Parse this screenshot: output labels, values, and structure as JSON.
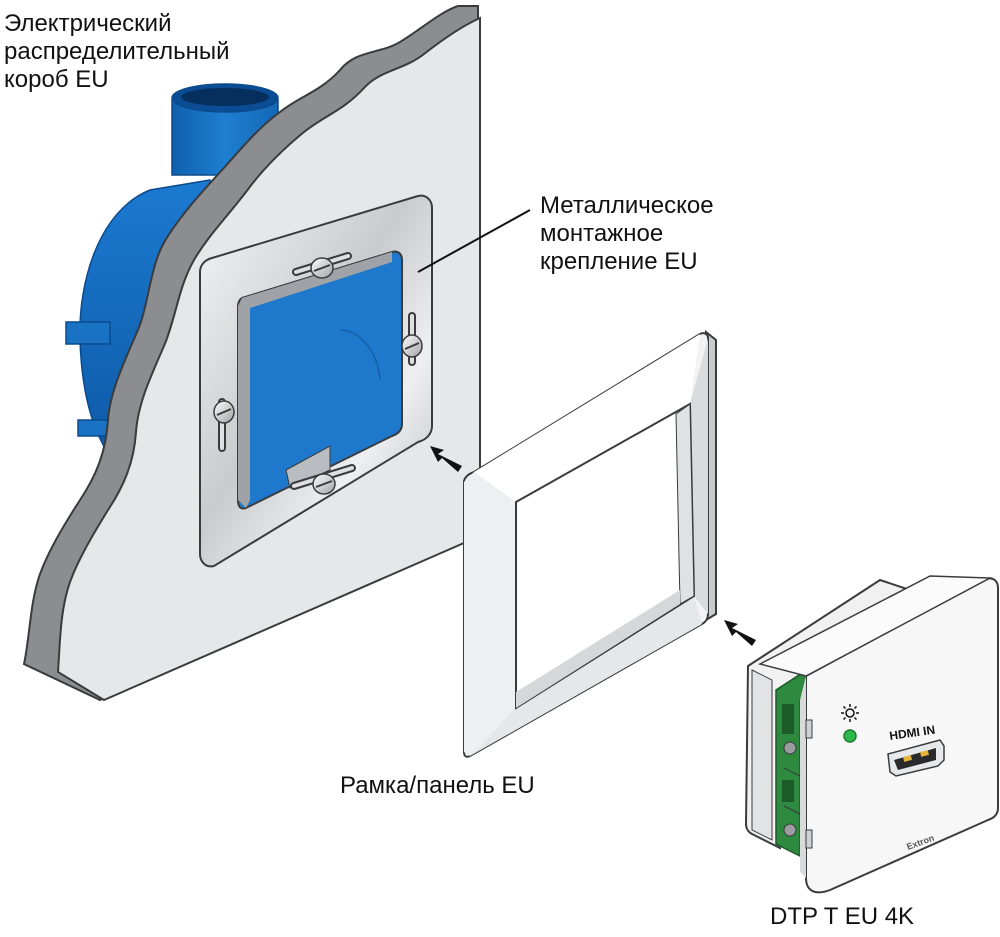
{
  "labels": {
    "junction_box": [
      "Электрический",
      "распределительный",
      "короб EU"
    ],
    "mounting_bracket": [
      "Металлическое",
      "монтажное",
      "крепление EU"
    ],
    "faceplate": "Рамка/панель EU",
    "device": "DTP T EU 4K"
  },
  "device_panel": {
    "port_label": "HDMI IN",
    "brand_mark": "Extron",
    "led_color": "#2db84b"
  },
  "colors": {
    "box_blue": "#1e7fd0",
    "wall": "#e6e7e9",
    "wall_edge": "#8c8d90",
    "pcb_green": "#2e8a3f"
  },
  "icons": {
    "signal": "sun-icon",
    "arrow": "install-arrow-icon"
  }
}
